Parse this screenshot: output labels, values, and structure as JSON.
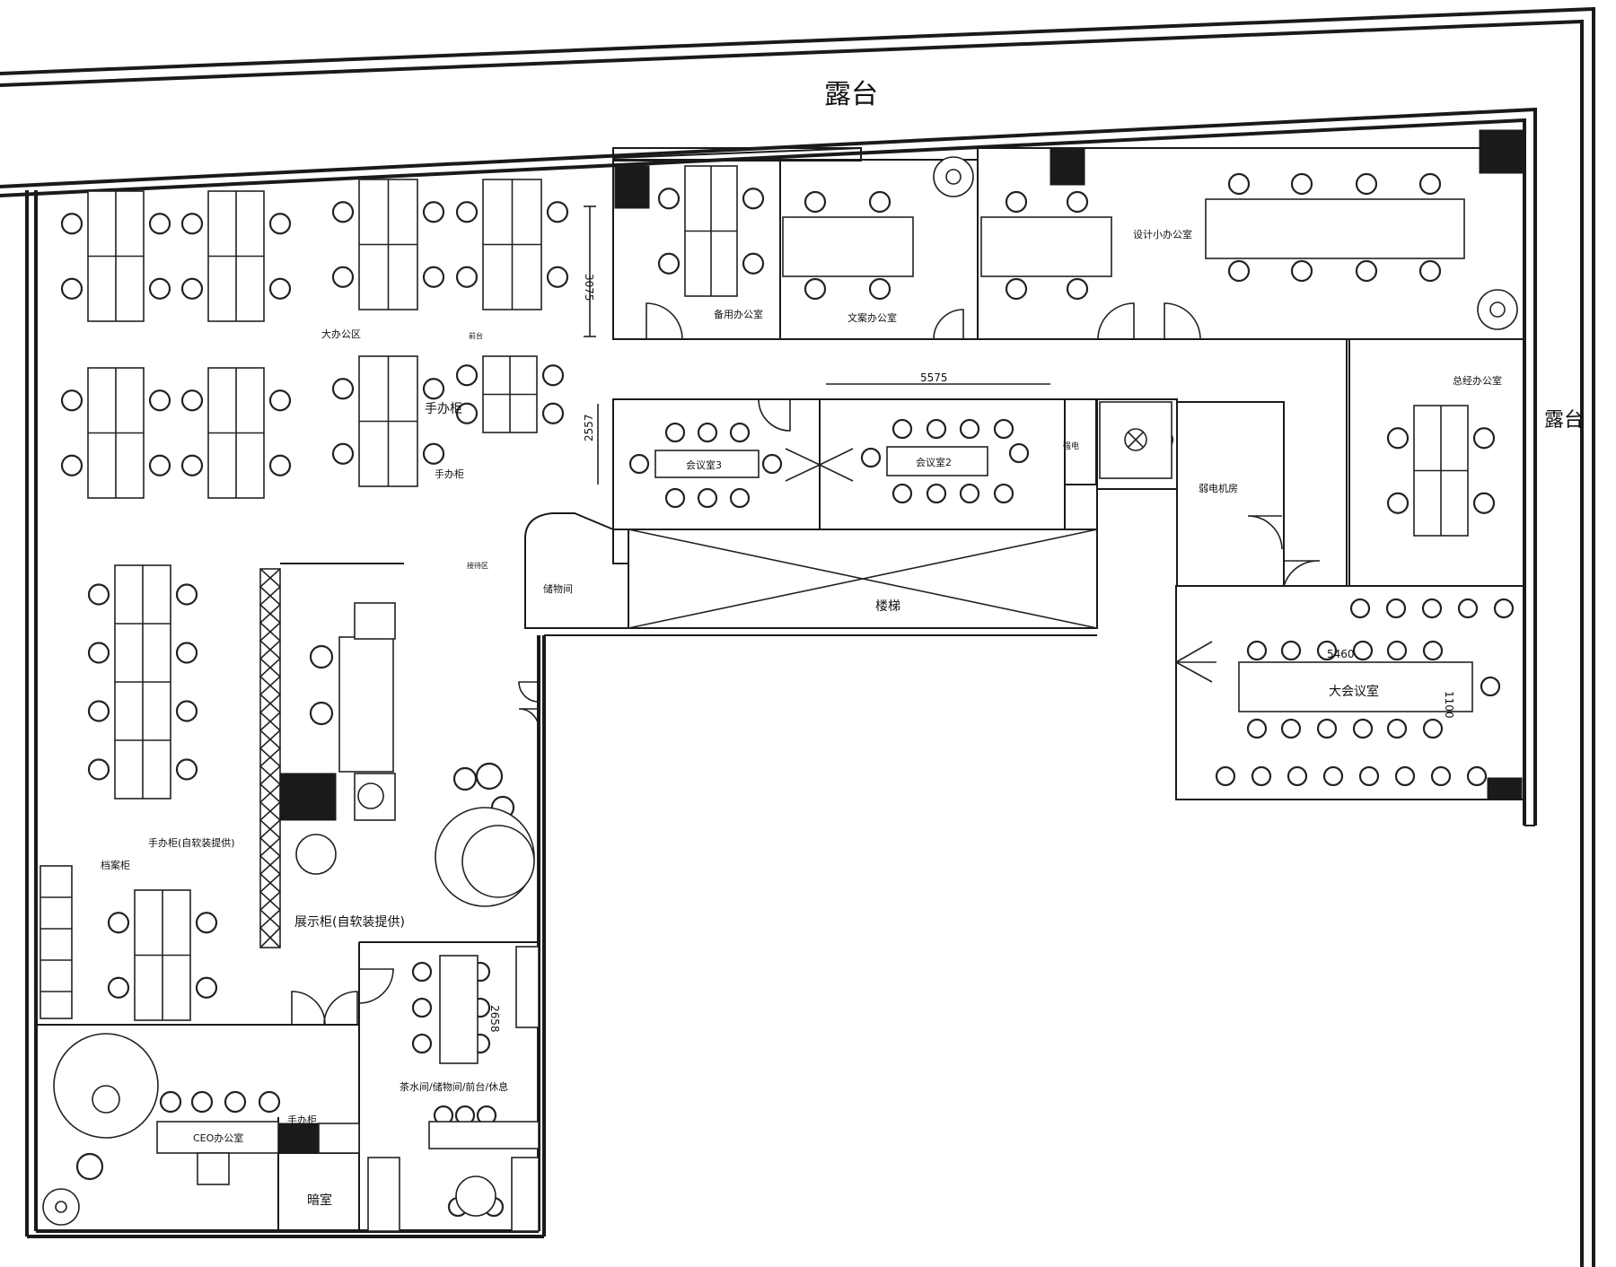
{
  "labels": {
    "terrace_top": "露台",
    "terrace_right": "露台",
    "open_office": "大办公区",
    "locker_1": "手办柜",
    "locker_2": "手办柜",
    "locker_3": "手办柜(自软装提供)",
    "locker_4": "手办柜",
    "display_cabinet": "展示柜(自软装提供)",
    "filing_cabinet": "档案柜",
    "office_a": "备用办公室",
    "office_b": "文案办公室",
    "office_c": "设计小办公室",
    "office_d": "总经办公室",
    "meeting_3": "会议室3",
    "meeting_2": "会议室2",
    "big_meeting": "大会议室",
    "storage": "储物间",
    "weak_room": "弱电机房",
    "shaft": "强电",
    "ceo_office": "CEO办公室",
    "dark_room": "暗室",
    "pantry": "茶水间/储物间/前台/休息",
    "front_desk": "前台",
    "reception": "接待区",
    "stair": "楼梯"
  },
  "dimensions": {
    "d1": "3075",
    "d2": "5575",
    "d3": "2557",
    "d4": "1100",
    "d5": "2658",
    "d6": "5460"
  }
}
